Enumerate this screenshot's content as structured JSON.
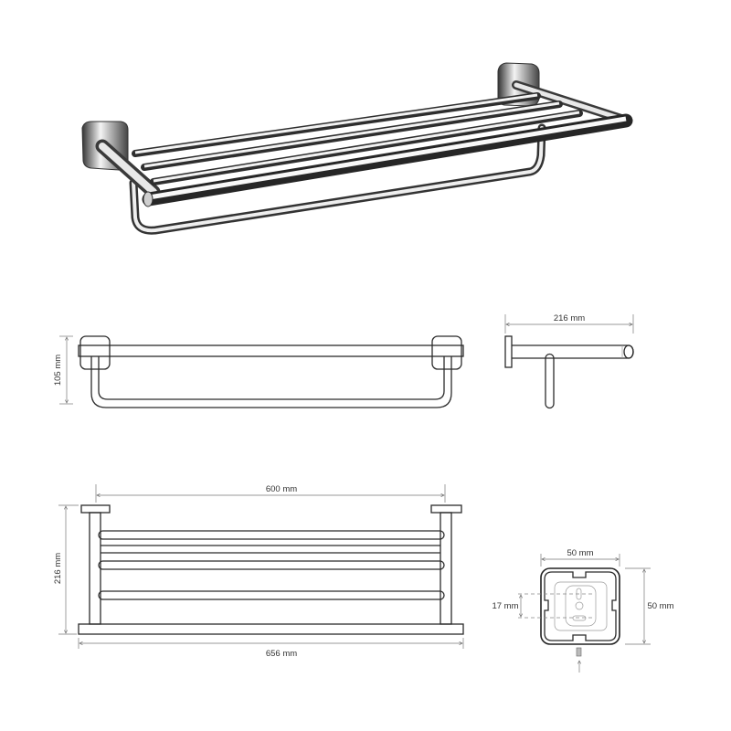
{
  "product_view": {
    "description_icon": "towel-rack-photo"
  },
  "front_view": {
    "height_label": "105 mm"
  },
  "side_view": {
    "depth_label": "216 mm"
  },
  "top_view": {
    "inner_width_label": "600 mm",
    "depth_label": "216 mm",
    "overall_width_label": "656 mm"
  },
  "mount_view": {
    "width_label": "50 mm",
    "height_label": "50 mm",
    "hole_spacing_label": "17 mm"
  },
  "colors": {
    "line": "#2b2b2b",
    "dimension": "#777777",
    "chrome_dark": "#3a3a3a",
    "chrome_light": "#f4f4f4"
  }
}
